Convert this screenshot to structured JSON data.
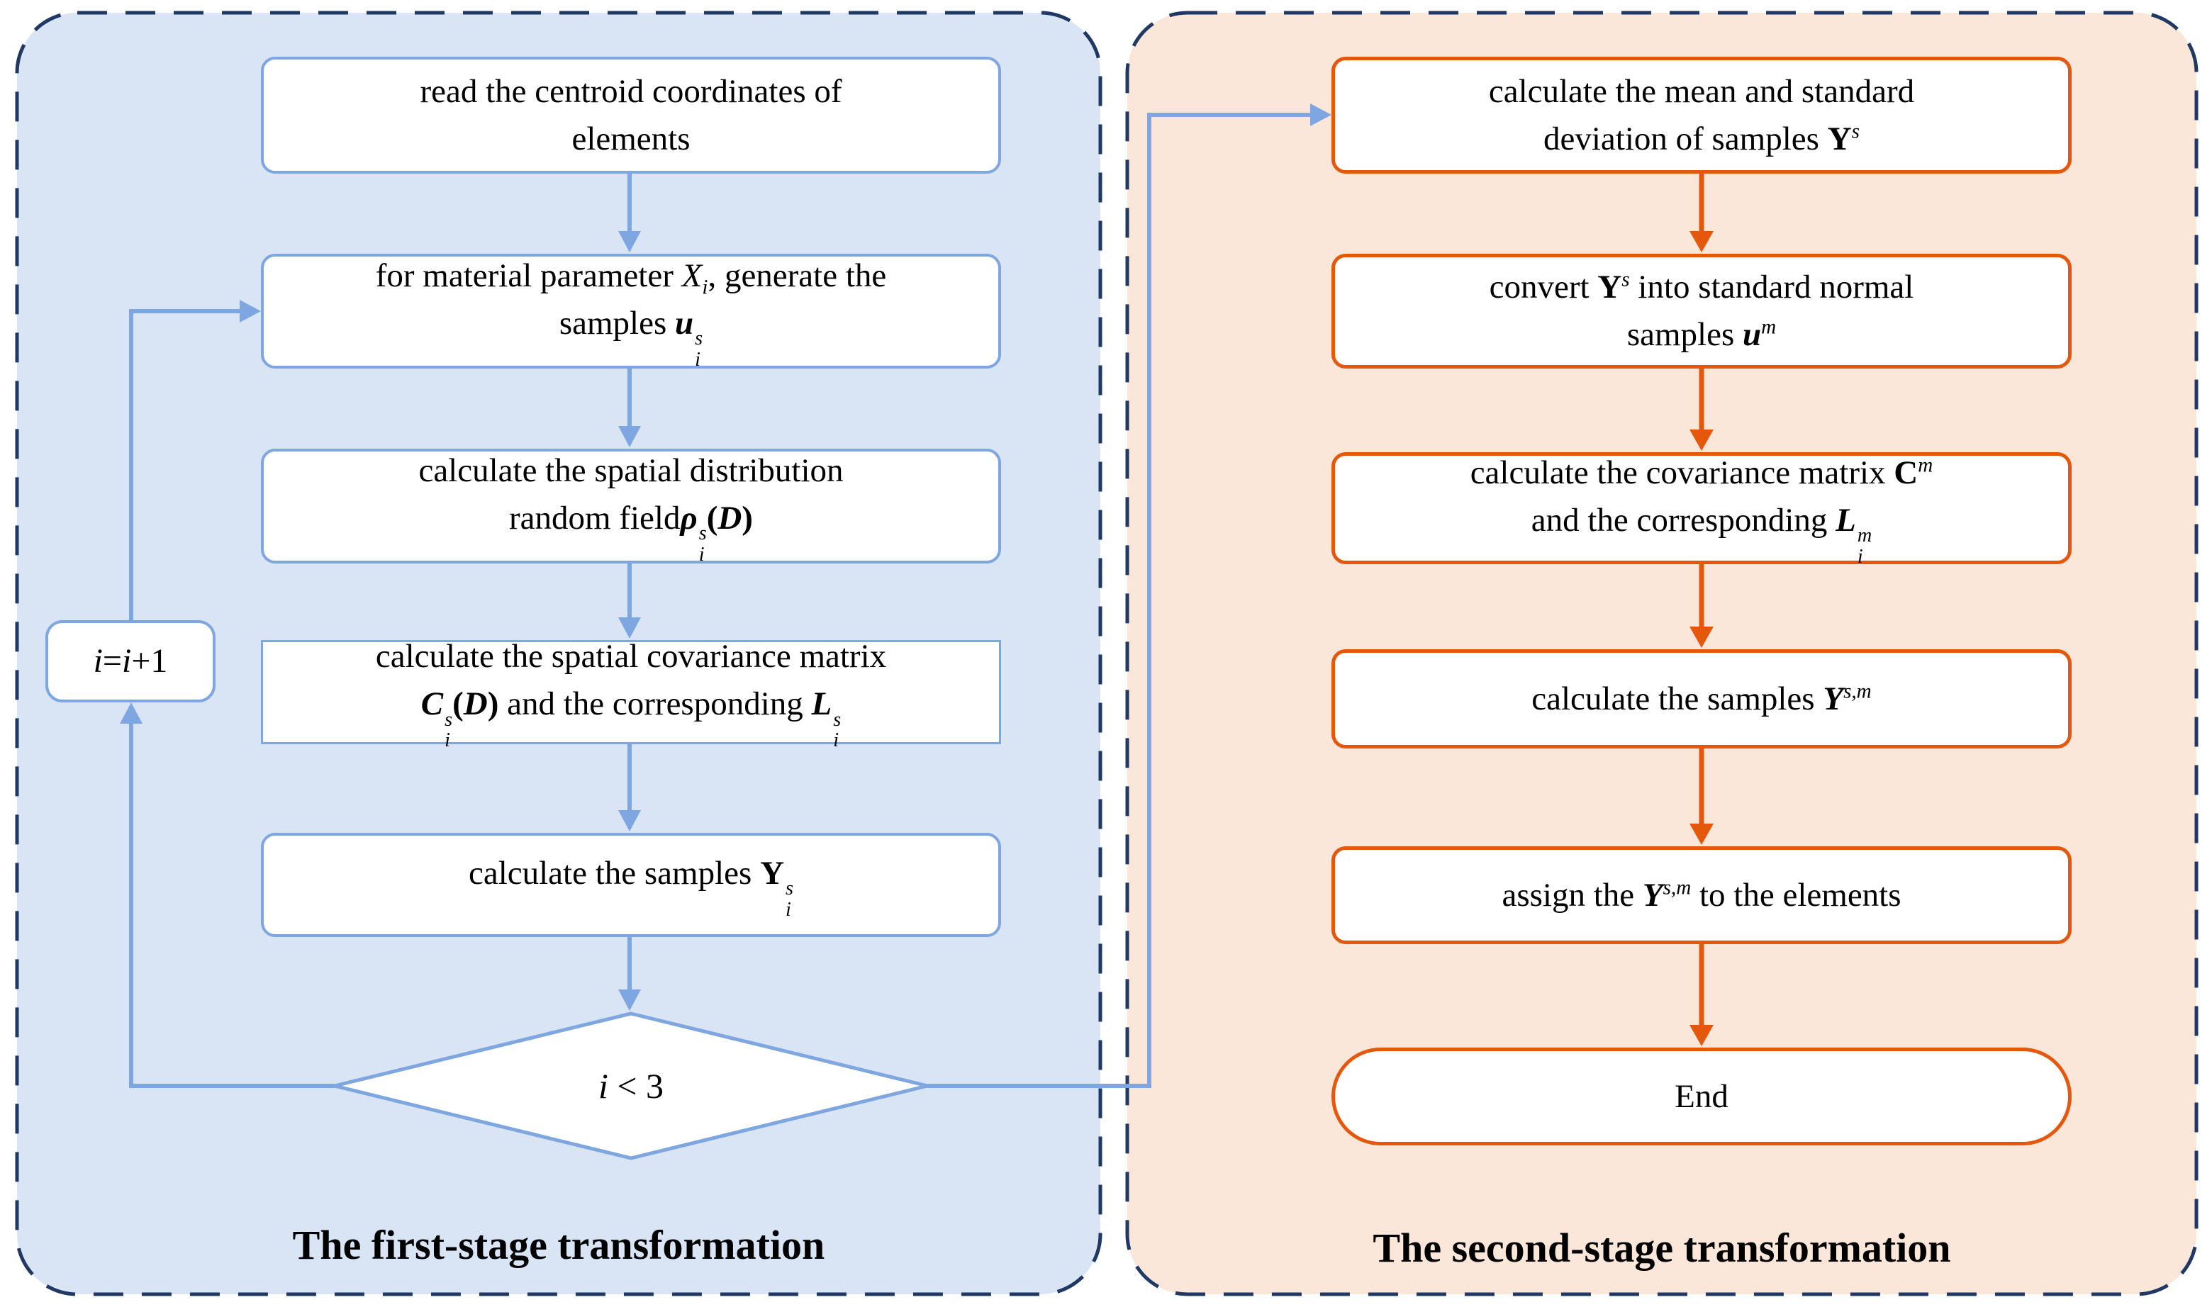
{
  "colors": {
    "panel_first_fill": "#D9E4F5",
    "panel_second_fill": "#FBE7DA",
    "panel_border": "#1F3864",
    "blue_accent": "#7EA6E0",
    "orange_accent": "#E5580C",
    "node_fill": "#FFFFFF",
    "text": "#000000"
  },
  "first": {
    "label": "The first-stage transformation",
    "b1": {
      "lines": [
        [
          {
            "t": "read the centroid coordinates of"
          }
        ],
        [
          {
            "t": "elements"
          }
        ]
      ]
    },
    "b2": {
      "lines": [
        [
          {
            "t": "for material parameter "
          },
          {
            "t": "X",
            "i": true
          },
          {
            "t": "i",
            "i": true,
            "sub": true
          },
          {
            "t": ", generate the"
          }
        ],
        [
          {
            "t": "samples "
          },
          {
            "t": "u",
            "b": true,
            "i": true
          },
          {
            "stack": [
              "s",
              "i"
            ],
            "b": true
          }
        ]
      ]
    },
    "b3": {
      "lines": [
        [
          {
            "t": "calculate the spatial distribution"
          }
        ],
        [
          {
            "t": "random field"
          },
          {
            "t": "ρ",
            "b": true,
            "i": true
          },
          {
            "stack": [
              "s",
              "i"
            ],
            "b": true
          },
          {
            "t": "(",
            "b": true
          },
          {
            "t": "D",
            "b": true,
            "i": true
          },
          {
            "t": ")",
            "b": true
          }
        ]
      ]
    },
    "b4": {
      "lines": [
        [
          {
            "t": "calculate the spatial covariance matrix"
          }
        ],
        [
          {
            "t": "C",
            "b": true,
            "i": true
          },
          {
            "stack": [
              "s",
              "i"
            ],
            "b": true
          },
          {
            "t": "(",
            "b": true
          },
          {
            "t": "D",
            "b": true,
            "i": true
          },
          {
            "t": ")",
            "b": true
          },
          {
            "t": " and the corresponding "
          },
          {
            "t": "L",
            "b": true,
            "i": true
          },
          {
            "stack": [
              "s",
              "i"
            ],
            "b": true
          }
        ]
      ]
    },
    "b5": {
      "lines": [
        [
          {
            "t": "calculate the samples "
          },
          {
            "t": "Y",
            "b": true
          },
          {
            "stack": [
              "s",
              "i"
            ],
            "b": true
          }
        ]
      ]
    },
    "decision": {
      "lines": [
        [
          {
            "t": "i",
            "i": true
          },
          {
            "t": " < 3"
          }
        ]
      ]
    },
    "counter": {
      "lines": [
        [
          {
            "t": "i",
            "i": true
          },
          {
            "t": "="
          },
          {
            "t": "i",
            "i": true
          },
          {
            "t": "+1"
          }
        ]
      ]
    }
  },
  "second": {
    "label": "The second-stage transformation",
    "r1": {
      "lines": [
        [
          {
            "t": "calculate the mean and standard"
          }
        ],
        [
          {
            "t": "deviation of samples "
          },
          {
            "t": "Y",
            "b": true
          },
          {
            "t": "s",
            "i": true,
            "sup": true
          }
        ]
      ]
    },
    "r2": {
      "lines": [
        [
          {
            "t": "convert "
          },
          {
            "t": "Y",
            "b": true
          },
          {
            "t": "s",
            "i": true,
            "sup": true
          },
          {
            "t": " into standard normal"
          }
        ],
        [
          {
            "t": "samples "
          },
          {
            "t": "u",
            "b": true,
            "i": true
          },
          {
            "t": "m",
            "i": true,
            "sup": true
          }
        ]
      ]
    },
    "r3": {
      "lines": [
        [
          {
            "t": "calculate the covariance matrix "
          },
          {
            "t": "C",
            "b": true
          },
          {
            "t": "m",
            "i": true,
            "sup": true
          }
        ],
        [
          {
            "t": "and the corresponding "
          },
          {
            "t": "L",
            "b": true,
            "i": true
          },
          {
            "stack": [
              "m",
              "i"
            ],
            "b": true
          }
        ]
      ]
    },
    "r4": {
      "lines": [
        [
          {
            "t": "calculate the samples "
          },
          {
            "t": "Y",
            "b": true,
            "i": true
          },
          {
            "t": "s,m",
            "i": true,
            "sup": true
          }
        ]
      ]
    },
    "r5": {
      "lines": [
        [
          {
            "t": "assign the "
          },
          {
            "t": "Y",
            "b": true,
            "i": true
          },
          {
            "t": "s,m",
            "i": true,
            "sup": true
          },
          {
            "t": " to the elements"
          }
        ]
      ]
    },
    "end": {
      "lines": [
        [
          {
            "t": "End"
          }
        ]
      ]
    }
  }
}
